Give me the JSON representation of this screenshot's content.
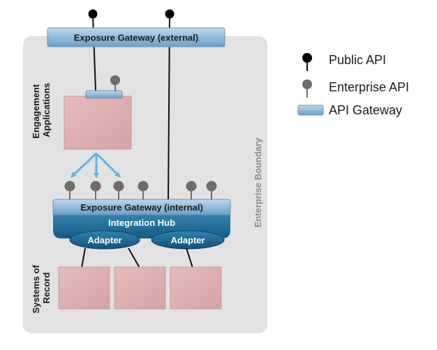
{
  "diagram": {
    "gateway_external_label": "Exposure Gateway (external)",
    "engagement_label_line1": "Engagement",
    "engagement_label_line2": "Applications",
    "gateway_internal_label": "Exposure Gateway (internal)",
    "integration_hub_label": "Integration Hub",
    "adapter_left_label": "Adapter",
    "adapter_right_label": "Adapter",
    "systems_label_line1": "Systems of",
    "systems_label_line2": "Record",
    "boundary_label": "Enterprise Boundary"
  },
  "legend": {
    "public_api": "Public API",
    "enterprise_api": "Enterprise API",
    "api_gateway": "API Gateway"
  },
  "colors": {
    "boundary_fill": "#e2e2e2",
    "gateway_fill": "#8fb9da",
    "hub_fill": "#1f6e9a",
    "box_fill": "#dfb1b1",
    "public_pin": "#000000",
    "enterprise_pin": "#6d6d6d",
    "arrow": "#5bb5e6"
  }
}
